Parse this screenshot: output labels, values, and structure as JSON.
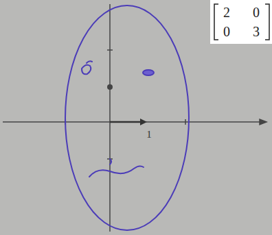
{
  "diagram": {
    "labels": [
      "2",
      "0",
      "0",
      "3",
      "1"
    ]
  }
}
